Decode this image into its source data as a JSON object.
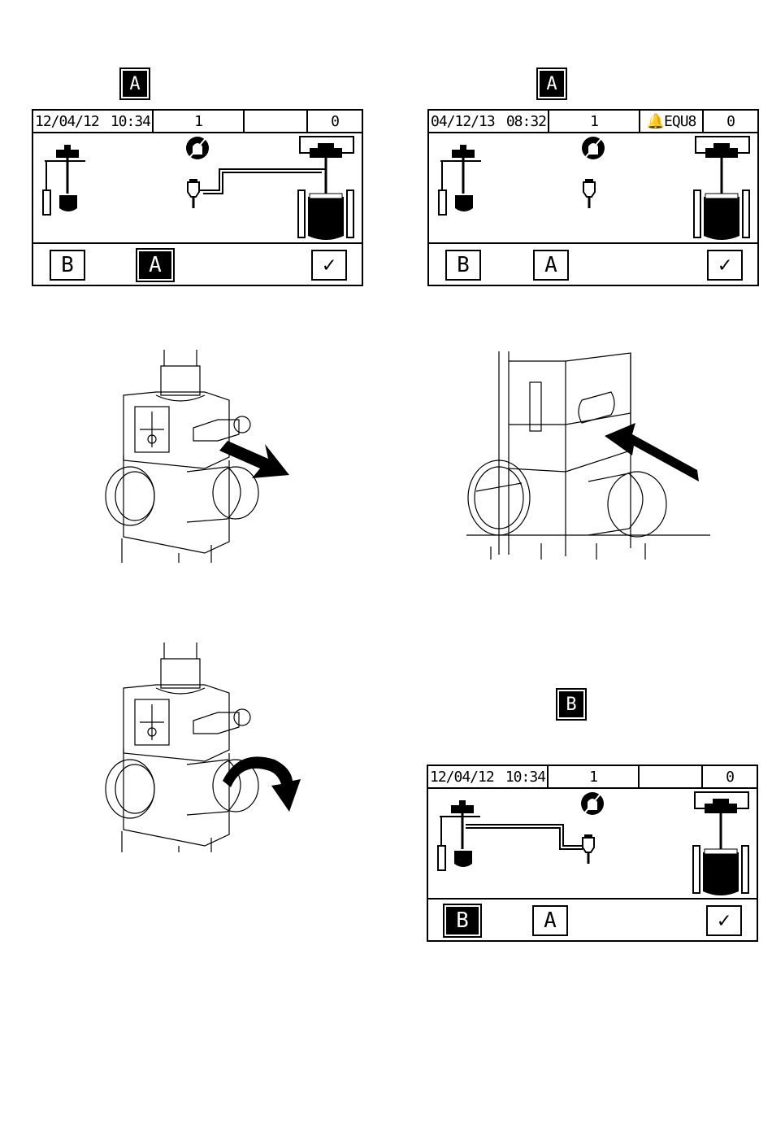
{
  "step_keys": {
    "top_left": "A",
    "top_right": "A",
    "bottom_right": "B"
  },
  "screens": {
    "screen1": {
      "date": "12/04/12",
      "time": "10:34",
      "count": "1",
      "alarm": "",
      "cycle": "0",
      "softkeys": {
        "left": "B",
        "middle": "A",
        "accept": "✓"
      },
      "active_key": "A"
    },
    "screen2": {
      "date": "04/12/13",
      "time": "08:32",
      "count": "1",
      "alarm": "EQU8",
      "cycle": "0",
      "softkeys": {
        "left": "B",
        "middle": "A",
        "accept": "✓"
      },
      "active_key": ""
    },
    "screen3": {
      "date": "12/04/12",
      "time": "10:34",
      "count": "1",
      "alarm": "",
      "cycle": "0",
      "softkeys": {
        "left": "B",
        "middle": "A",
        "accept": "✓"
      },
      "active_key": "B"
    }
  },
  "colors": {
    "ink": "#000000",
    "paper": "#ffffff"
  }
}
